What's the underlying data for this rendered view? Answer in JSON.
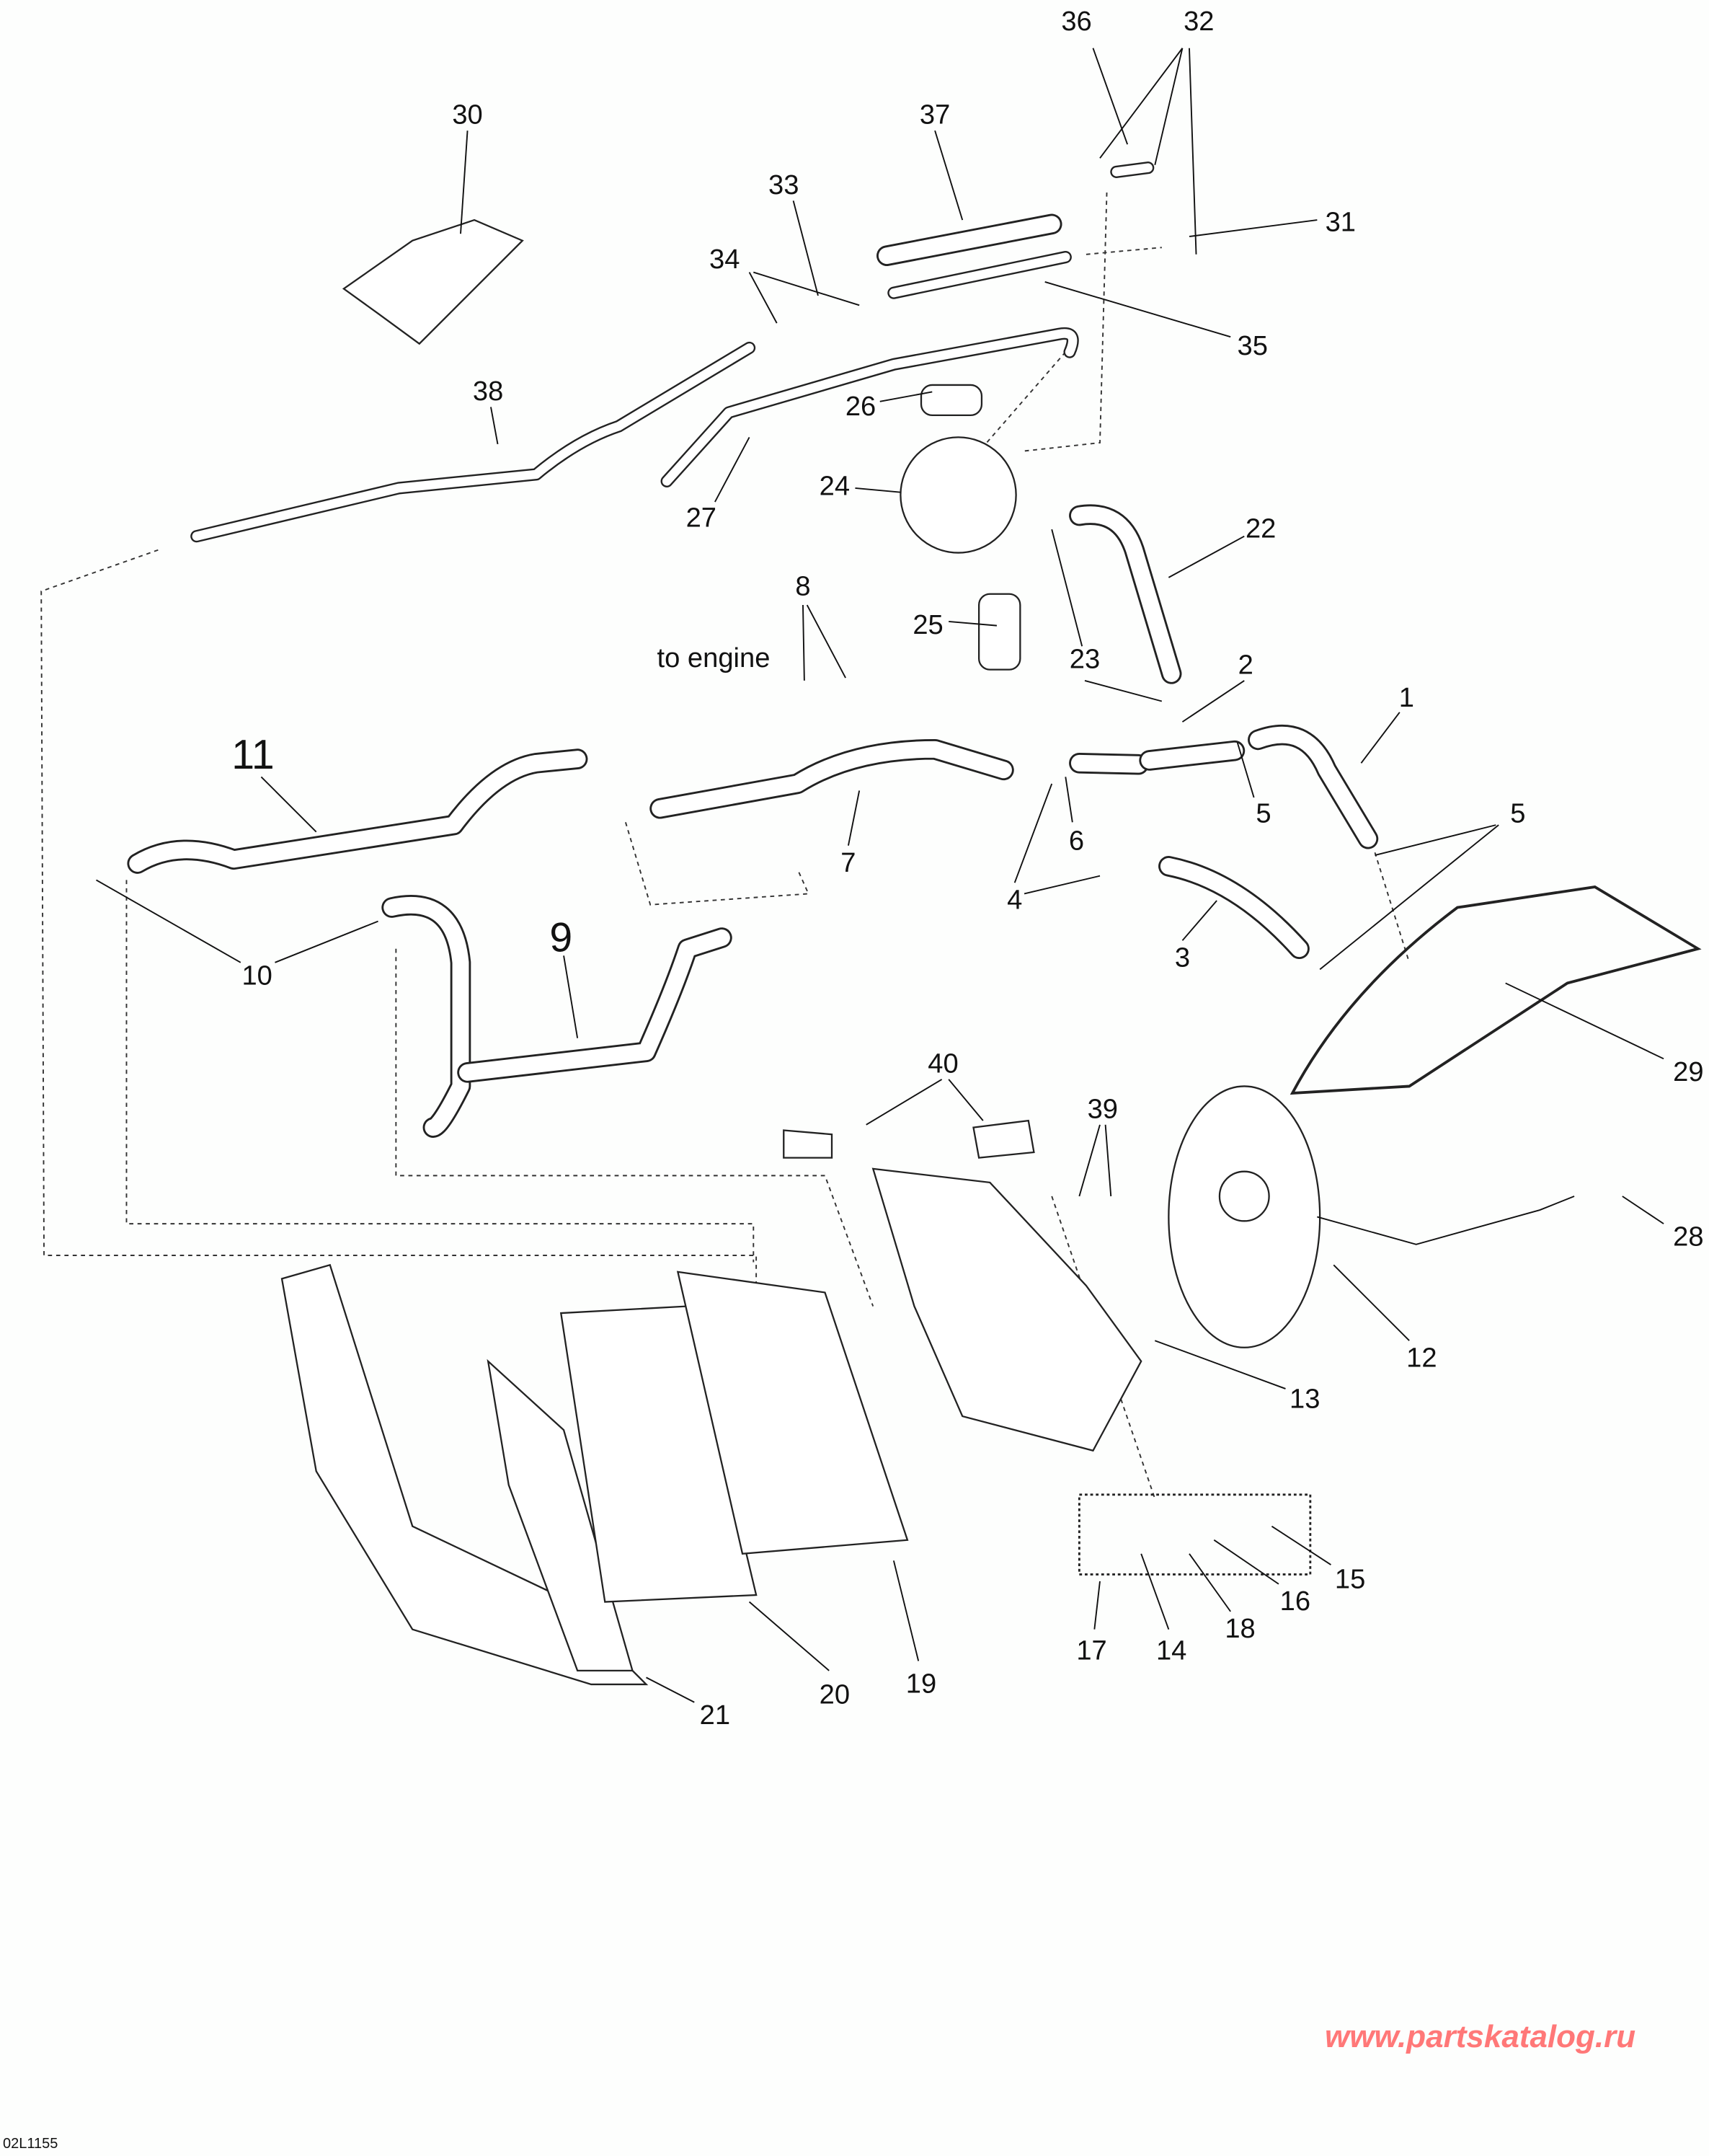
{
  "diagram": {
    "callouts": [
      "36",
      "32",
      "30",
      "37",
      "33",
      "31",
      "34",
      "35",
      "38",
      "26",
      "24",
      "27",
      "22",
      "8",
      "25",
      "to engine",
      "23",
      "2",
      "1",
      "11",
      "5",
      "5",
      "6",
      "7",
      "4",
      "9",
      "3",
      "10",
      "40",
      "29",
      "39",
      "28",
      "12",
      "13",
      "15",
      "16",
      "18",
      "17",
      "14",
      "19",
      "20",
      "21"
    ],
    "drawing_code": "02L1155",
    "watermark": "www.partskatalog.ru"
  }
}
